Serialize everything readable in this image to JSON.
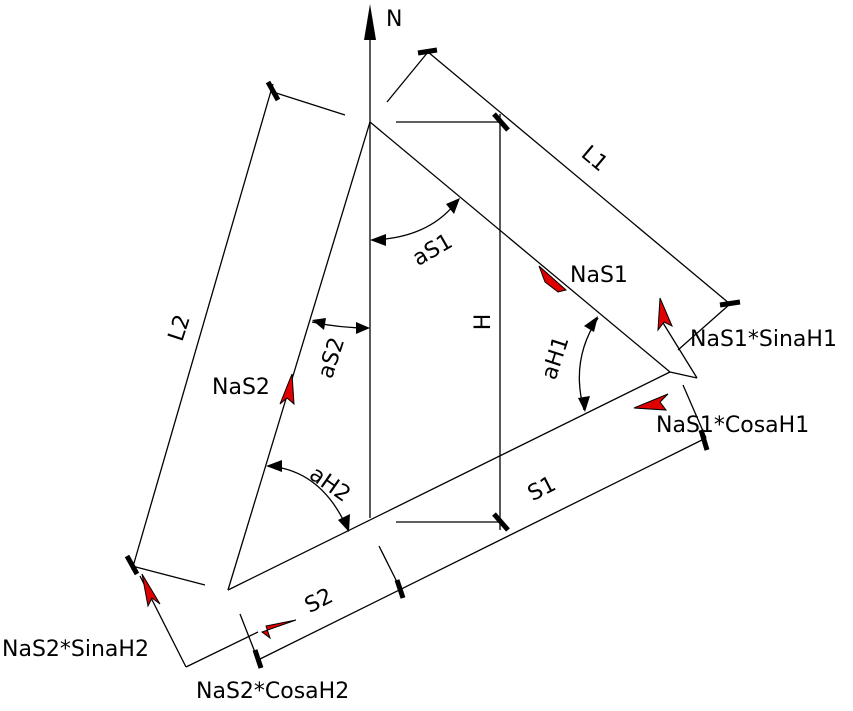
{
  "labels": {
    "north": "N",
    "l1": "L1",
    "l2": "L2",
    "h": "H",
    "as1": "aS1",
    "as2": "aS2",
    "ah1": "aH1",
    "ah2": "aH2",
    "nas1": "NaS1",
    "nas2": "NaS2",
    "s1": "S1",
    "s2": "S2",
    "nas1_sinah1": "NaS1*SinaH1",
    "nas1_cosah1": "NaS1*CosaH1",
    "nas2_sinah2": "NaS2*SinaH2",
    "nas2_cosah2": "NaS2*CosaH2"
  },
  "colors": {
    "line": "#000000",
    "vector_arrow": "#e00000"
  }
}
